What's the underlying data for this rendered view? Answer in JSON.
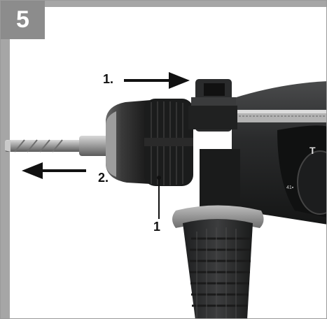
{
  "figure": {
    "step_number": "5",
    "callouts": {
      "arrow_1_label": "1.",
      "arrow_2_label": "2.",
      "part_label": "1"
    }
  },
  "colors": {
    "badge": "#8c8c8c",
    "frame": "#9a9a9a",
    "tool_body": "#232425",
    "grip": "#2b2c2d"
  }
}
